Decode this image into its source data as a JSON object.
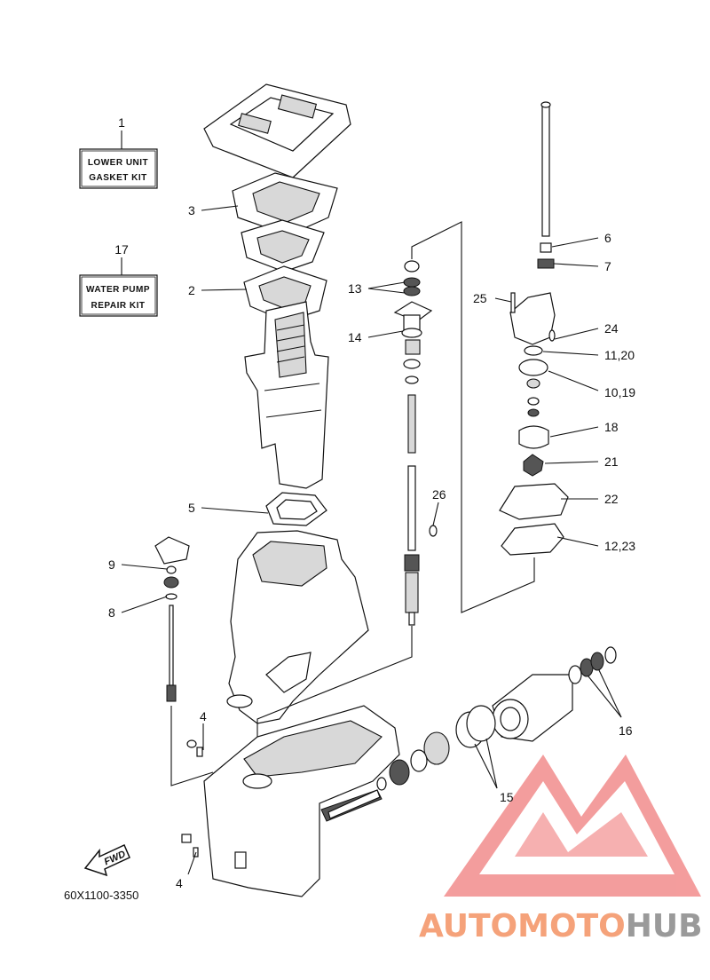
{
  "kits": [
    {
      "number": "1",
      "line1": "LOWER UNIT",
      "line2": "GASKET KIT"
    },
    {
      "number": "17",
      "line1": "WATER PUMP",
      "line2": "REPAIR KIT"
    }
  ],
  "callouts": {
    "c2": "2",
    "c3": "3",
    "c4a": "4",
    "c4b": "4",
    "c5": "5",
    "c6": "6",
    "c7": "7",
    "c8": "8",
    "c9": "9",
    "c1120": "11,20",
    "c1219": "12,23",
    "c13": "13",
    "c14": "14",
    "c15": "15",
    "c16": "16",
    "c18": "18",
    "c1019": "10,19",
    "c21": "21",
    "c22": "22",
    "c24": "24",
    "c25": "25",
    "c26": "26"
  },
  "fwd_label": "FWD",
  "diagram_code": "60X1100-3350",
  "watermark": {
    "part1": "AUTOMOTO",
    "part2": "HUB",
    "color1": "#f5a27a",
    "color2": "#9a9a9a",
    "logo_color": "#f28c8c"
  }
}
